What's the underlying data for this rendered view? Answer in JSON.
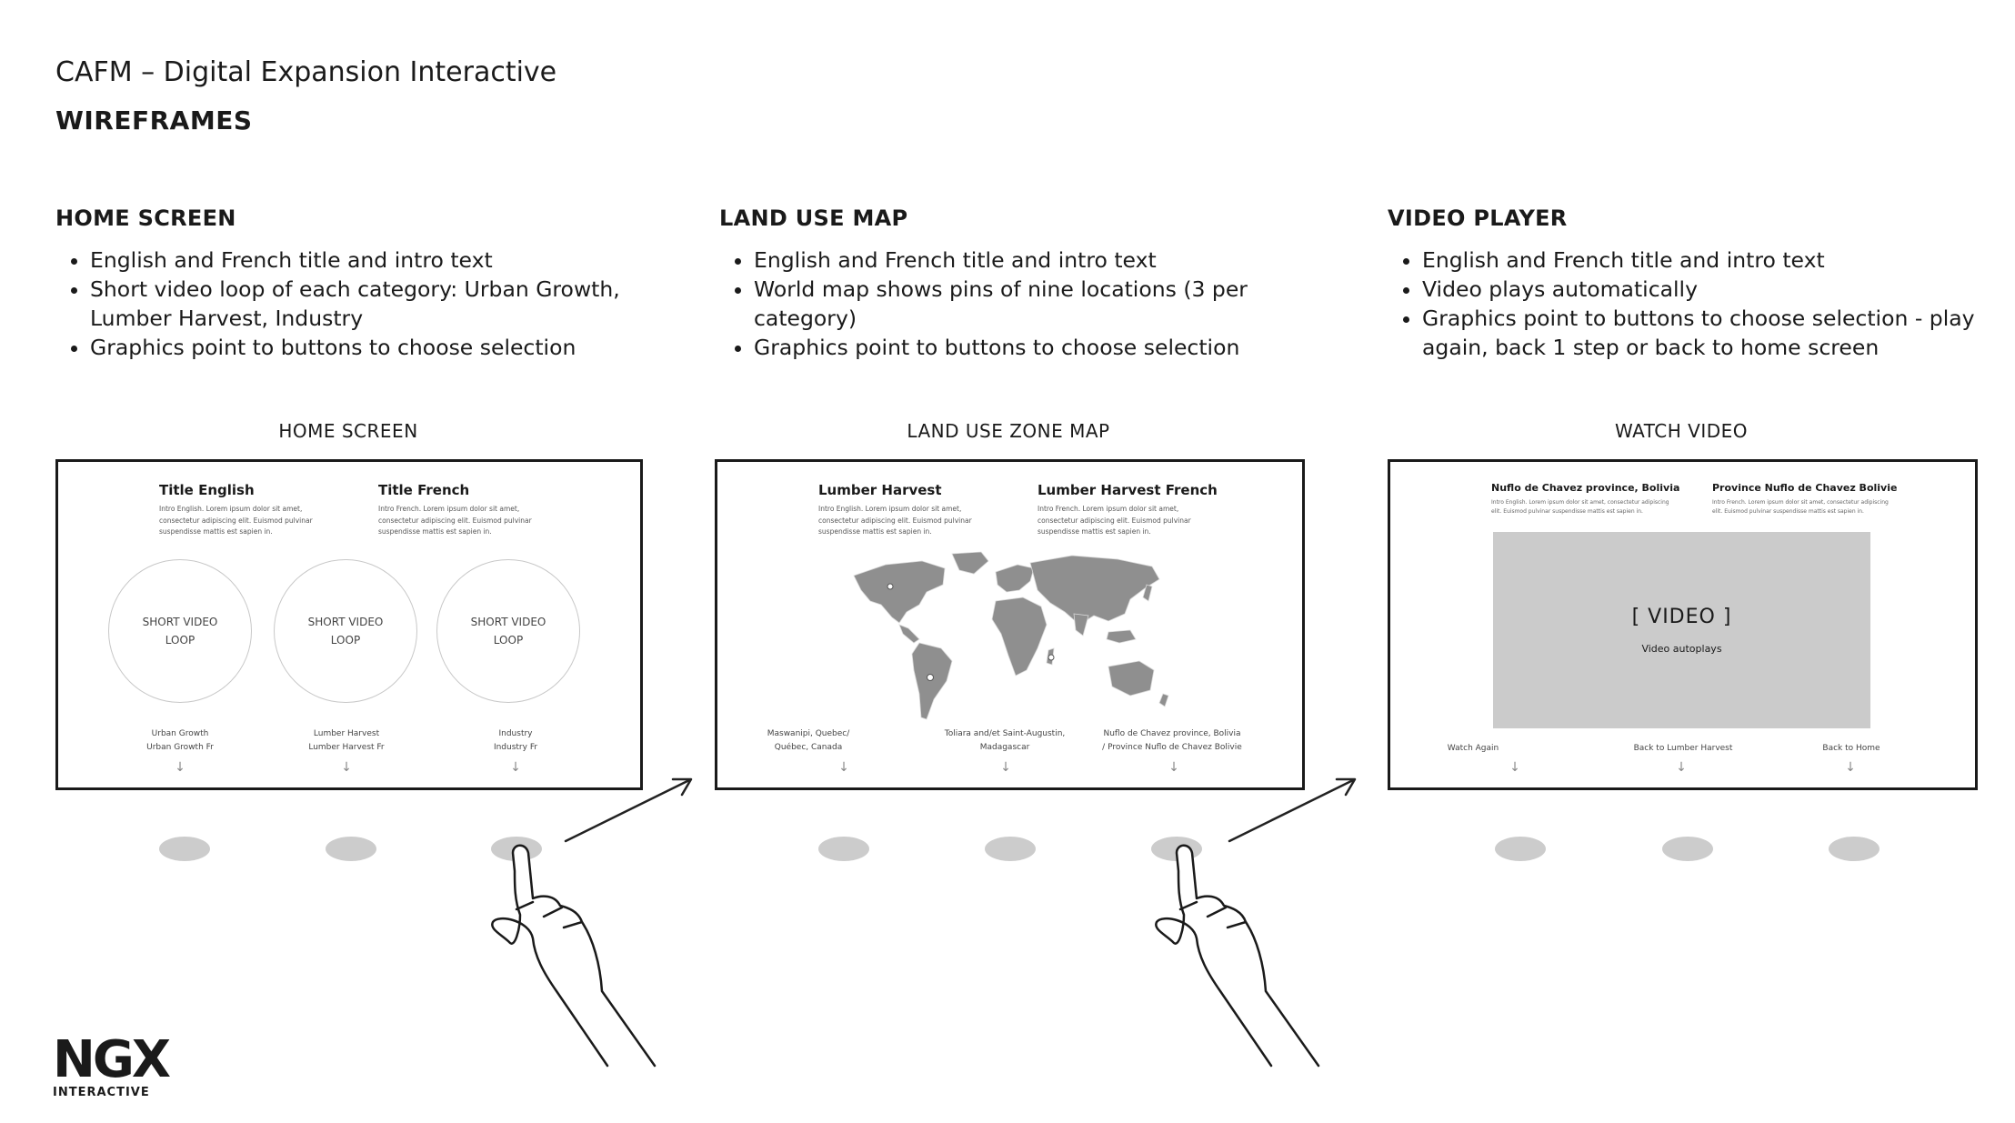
{
  "header": {
    "title": "CAFM – Digital Expansion Interactive",
    "subtitle": "WIREFRAMES"
  },
  "columns": [
    {
      "heading": "HOME SCREEN",
      "bullets": [
        "English and French title and intro text",
        "Short video loop of each category: Urban Growth, Lumber Harvest, Industry",
        "Graphics point to buttons to choose selection"
      ]
    },
    {
      "heading": "LAND USE MAP",
      "bullets": [
        "English and French title and intro text",
        "World map shows pins of nine locations (3 per category)",
        "Graphics point to buttons to choose selection"
      ]
    },
    {
      "heading": "VIDEO PLAYER",
      "bullets": [
        "English and French title and intro text",
        "Video plays automatically",
        "Graphics point to buttons to choose selection - play again, back 1 step or back to home screen"
      ]
    }
  ],
  "screens": {
    "home": {
      "label": "HOME SCREEN",
      "title_en": "Title English",
      "title_fr": "Title French",
      "intro_en": "Intro English. Lorem ipsum dolor sit amet, consectetur adipiscing elit. Euismod pulvinar suspendisse mattis est sapien in.",
      "intro_fr": "Intro French. Lorem ipsum dolor sit amet, consectetur adipiscing elit. Euismod pulvinar suspendisse mattis est sapien in.",
      "loops": [
        {
          "l1": "SHORT VIDEO",
          "l2": "LOOP"
        },
        {
          "l1": "SHORT VIDEO",
          "l2": "LOOP"
        },
        {
          "l1": "SHORT VIDEO",
          "l2": "LOOP"
        }
      ],
      "buttons": [
        {
          "l1": "Urban Growth",
          "l2": "Urban Growth Fr"
        },
        {
          "l1": "Lumber Harvest",
          "l2": "Lumber Harvest Fr"
        },
        {
          "l1": "Industry",
          "l2": "Industry Fr"
        }
      ]
    },
    "map": {
      "label": "LAND USE ZONE MAP",
      "title_en": "Lumber Harvest",
      "title_fr": "Lumber Harvest French",
      "intro_en": "Intro English. Lorem ipsum dolor sit amet, consectetur adipiscing elit. Euismod pulvinar suspendisse mattis est sapien in.",
      "intro_fr": "Intro French. Lorem ipsum dolor sit amet, consectetur adipiscing elit. Euismod pulvinar suspendisse mattis est sapien in.",
      "buttons": [
        {
          "l1": "Maswanipi, Quebec/",
          "l2": "Québec, Canada"
        },
        {
          "l1": "Toliara and/et Saint-Augustin,",
          "l2": "Madagascar"
        },
        {
          "l1": "Nuflo de Chavez province, Bolivia",
          "l2": "/ Province Nuflo de Chavez Bolivie"
        }
      ]
    },
    "video": {
      "label": "WATCH VIDEO",
      "title_en": "Nuflo de Chavez province, Bolivia",
      "title_fr": "Province Nuflo de Chavez Bolivie",
      "intro_en": "Intro English. Lorem ipsum dolor sit amet, consectetur adipiscing elit. Euismod pulvinar suspendisse mattis est sapien in.",
      "intro_fr": "Intro French. Lorem ipsum dolor sit amet, consectetur adipiscing elit. Euismod pulvinar suspendisse mattis est sapien in.",
      "video_title": "[ VIDEO ]",
      "video_sub": "Video autoplays",
      "buttons": [
        "Watch Again",
        "Back to Lumber Harvest",
        "Back to Home"
      ]
    }
  },
  "arrow_glyph": "↓",
  "logo": {
    "main": "NGX",
    "sub": "INTERACTIVE"
  }
}
